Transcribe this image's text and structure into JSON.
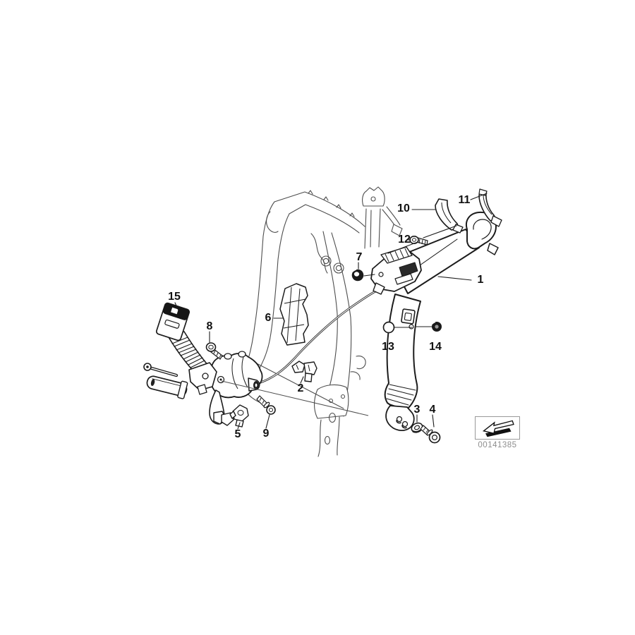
{
  "diagram": {
    "callouts": [
      {
        "label": "1"
      },
      {
        "label": "2"
      },
      {
        "label": "3"
      },
      {
        "label": "4"
      },
      {
        "label": "5"
      },
      {
        "label": "6"
      },
      {
        "label": "7"
      },
      {
        "label": "8"
      },
      {
        "label": "9"
      },
      {
        "label": "10"
      },
      {
        "label": "11"
      },
      {
        "label": "12"
      },
      {
        "label": "13"
      },
      {
        "label": "14"
      },
      {
        "label": "15"
      }
    ],
    "stamp": {
      "image_number": "00141385",
      "icon": "continuation-arrow-icon"
    }
  },
  "colors": {
    "background": "#ffffff",
    "part_line": "#1c1c1c",
    "frame_line": "#4d4d4d",
    "label_text": "#111111",
    "stamp_text": "#8e8e8e",
    "stamp_border": "#999999"
  }
}
